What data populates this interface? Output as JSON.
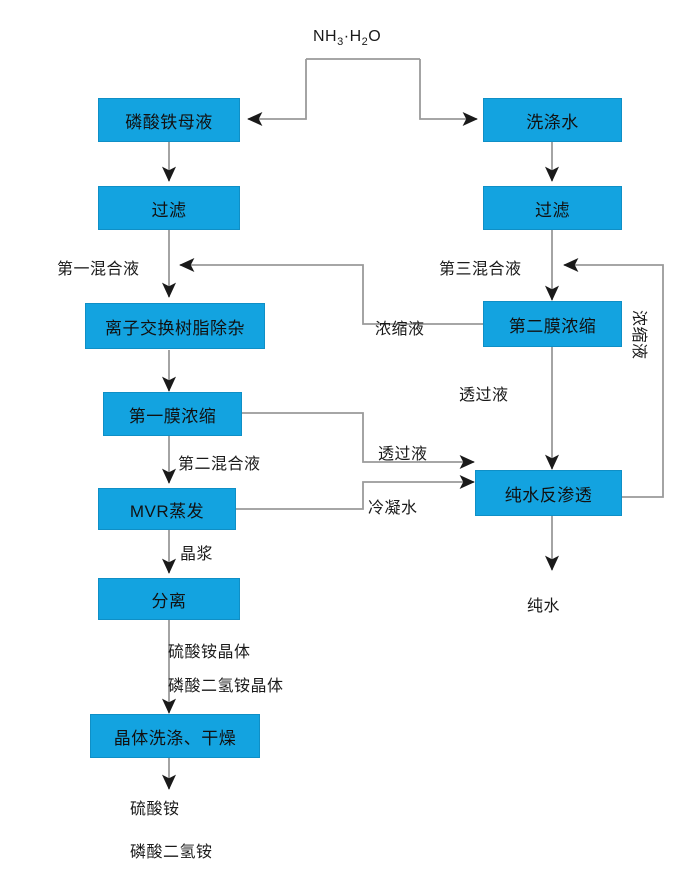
{
  "diagram": {
    "title_label": "NH3·H2O",
    "accent_color": "#13a3e0",
    "line_color": "#9a9a9a",
    "arrow_color": "#1a1a1a",
    "text_color": "#1a1a1a",
    "type": "process-flow-diagram"
  },
  "nodes": {
    "iron_phosphate_mother_liquor": "磷酸铁母液",
    "filter_left": "过滤",
    "ion_exchange_resin": "离子交换树脂除杂",
    "first_membrane_concentration": "第一膜浓缩",
    "mvr_evaporation": "MVR蒸发",
    "separation": "分离",
    "crystal_wash_dry": "晶体洗涤、干燥",
    "wash_water": "洗涤水",
    "filter_right": "过滤",
    "second_membrane_concentration": "第二膜浓缩",
    "pure_water_ro": "纯水反渗透"
  },
  "edge_labels": {
    "first_mixed_liquor": "第一混合液",
    "third_mixed_liquor": "第三混合液",
    "concentrate_left": "浓缩液",
    "concentrate_right": "浓缩液",
    "permeate_top": "透过液",
    "permeate_mid": "透过液",
    "second_mixed_liquor": "第二混合液",
    "condensate": "冷凝水",
    "crystal_slurry": "晶浆",
    "ammonium_sulfate_crystal": "硫酸铵晶体",
    "mono_ammonium_phosphate_crystal": "磷酸二氢铵晶体"
  },
  "outputs": {
    "ammonium_sulfate": "硫酸铵",
    "mono_ammonium_phosphate": "磷酸二氢铵",
    "pure_water": "纯水"
  },
  "reagent": {
    "nh3": "NH",
    "nh3_sub": "3",
    "dot": "·H",
    "h2o_sub": "2",
    "h2o_tail": "O"
  }
}
